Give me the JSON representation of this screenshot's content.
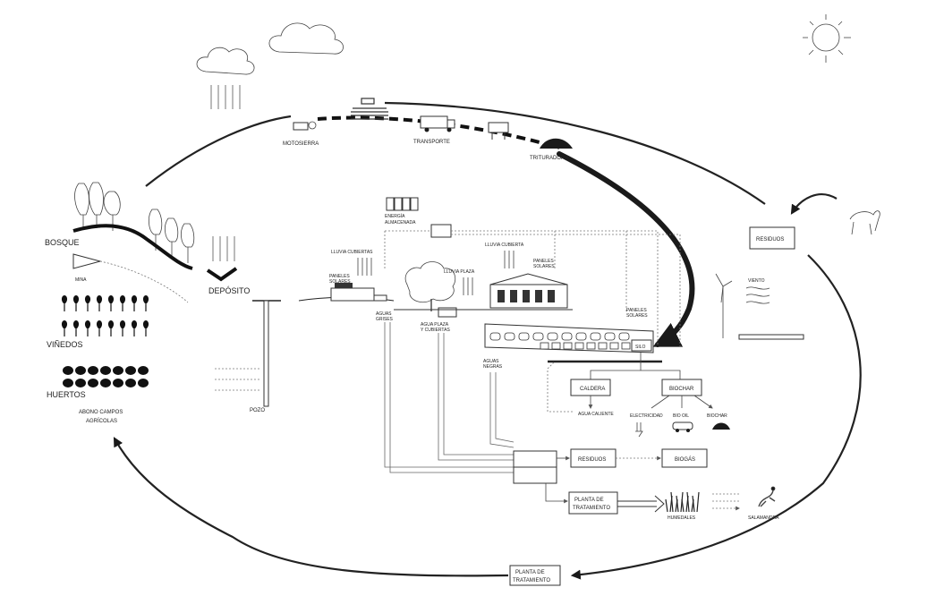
{
  "labels": {
    "motosierra": "MOTOSIERRA",
    "transporte": "TRANSPORTE",
    "trituradora": "TRITURADORA",
    "residuos_top": "RESIDUOS",
    "bosque": "BOSQUE",
    "mina": "MINA",
    "deposito": "DEPÓSITO",
    "vinedos": "VIÑEDOS",
    "huertos": "HUERTOS",
    "abono_line1": "ABONO CAMPOS",
    "abono_line2": "AGRÍCOLAS",
    "pozo": "POZO",
    "energia_line1": "ENERGÍA",
    "energia_line2": "ALMACENADA",
    "lluvia_cubiertas": "LLUVIA CUBIERTAS",
    "paneles_left_line1": "PANELES",
    "paneles_left_line2": "SOLARES",
    "lluvia_plaza": "LLUVIA PLAZA",
    "lluvia_cubierta": "LLUVIA CUBIERTA",
    "paneles_mid_line1": "PANELES",
    "paneles_mid_line2": "SOLARES",
    "paneles_right_line1": "PANELES",
    "paneles_right_line2": "SOLARES",
    "viento": "VIENTO",
    "aguas_grises_line1": "AGUAS",
    "aguas_grises_line2": "GRISES",
    "agua_plaza_line1": "AGUA PLAZA",
    "agua_plaza_line2": "Y CUBIERTAS",
    "aguas_negras_line1": "AGUAS",
    "aguas_negras_line2": "NEGRAS",
    "silo": "SILO",
    "caldera": "CALDERA",
    "biochar_box": "BIOCHAR",
    "agua_caliente": "AGUA CALIENTE",
    "electricidad": "ELECTRICIDAD",
    "bio_oil": "BIO OIL",
    "biochar_small": "BIOCHAR",
    "residuos_mid": "RESIDUOS",
    "biogas": "BIOGÁS",
    "planta_mid_line1": "PLANTA DE",
    "planta_mid_line2": "TRATAMIENTO",
    "humedales": "HUMEDALES",
    "salamandra": "SALAMANDRA",
    "planta_bottom_line1": "PLANTA DE",
    "planta_bottom_line2": "TRATAMIENTO"
  },
  "icons": [
    "cloud-icon",
    "sun-icon",
    "rain-icon",
    "tree-icon",
    "horse-icon",
    "truck-icon",
    "chainsaw-icon",
    "cow-icon",
    "wind-turbine-icon",
    "vine-icon",
    "shrub-icon",
    "salamander-icon",
    "car-icon",
    "plug-icon",
    "battery-icon"
  ]
}
